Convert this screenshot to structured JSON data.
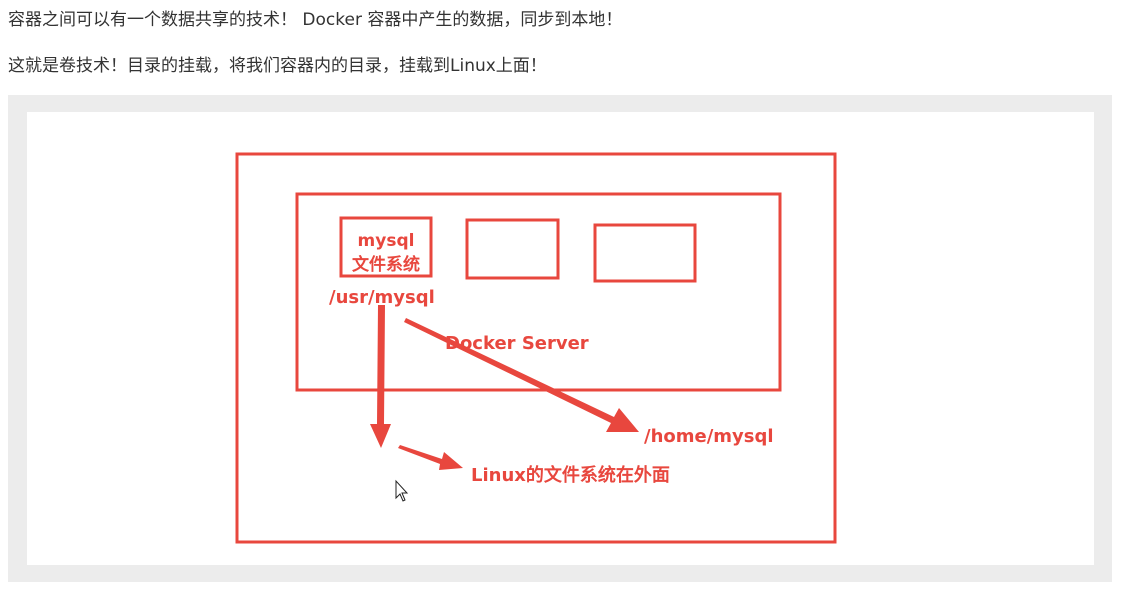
{
  "paragraphs": {
    "line1": "容器之间可以有一个数据共享的技术！ Docker 容器中产生的数据，同步到本地！",
    "line2": "这就是卷技术！目录的挂载，将我们容器内的目录，挂载到Linux上面！"
  },
  "diagram": {
    "container_label_line1": "mysql",
    "container_label_line2": "文件系统",
    "container_path": "/usr/mysql",
    "server_label": "Docker Server",
    "host_path": "/home/mysql",
    "host_fs_label": "Linux的文件系统在外面",
    "stroke_color": "#e8473e",
    "icons": [
      "mouse-cursor-icon"
    ]
  }
}
